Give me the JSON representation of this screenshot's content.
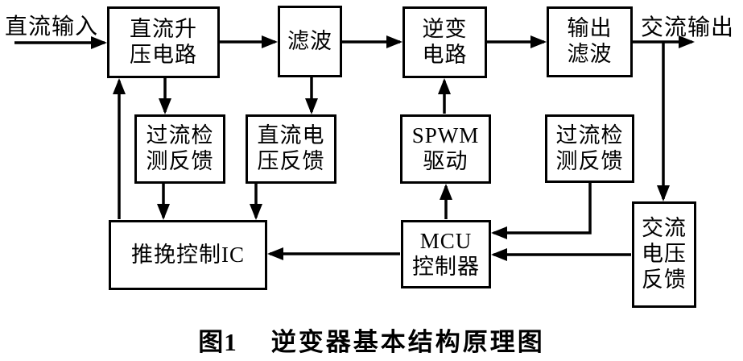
{
  "figure_caption": {
    "number": "图1",
    "text": "逆变器基本结构原理图"
  },
  "io_labels": {
    "dc_input": "直流输入",
    "ac_output": "交流输出"
  },
  "blocks": {
    "dc_boost": "直流升\n压电路",
    "filter": "滤波",
    "inverter": "逆变\n电路",
    "output_filter": "输出\n滤波",
    "overcurrent_feedback_left": "过流检\n测反馈",
    "dc_voltage_feedback": "直流电\n压反馈",
    "spwm_drive": "SPWM\n驱动",
    "overcurrent_feedback_right": "过流检\n测反馈",
    "pushpull_control_ic": "推挽控制IC",
    "mcu_controller": "MCU\n控制器",
    "ac_voltage_feedback": "交流\n电压\n反馈"
  },
  "connections": [
    {
      "from": "dc_input_label",
      "to": "dc_boost",
      "style": "arrow-right"
    },
    {
      "from": "dc_boost",
      "to": "filter",
      "style": "arrow-right"
    },
    {
      "from": "filter",
      "to": "inverter",
      "style": "arrow-right"
    },
    {
      "from": "inverter",
      "to": "output_filter",
      "style": "arrow-right"
    },
    {
      "from": "output_filter",
      "to": "ac_output_label",
      "style": "arrow-right"
    },
    {
      "from": "ac_output_line",
      "to": "ac_voltage_feedback",
      "style": "arrow-down"
    },
    {
      "from": "dc_boost",
      "to": "overcurrent_feedback_left",
      "style": "arrow-down"
    },
    {
      "from": "overcurrent_feedback_left",
      "to": "pushpull_control_ic",
      "style": "arrow-down"
    },
    {
      "from": "filter",
      "to": "dc_voltage_feedback",
      "style": "arrow-down"
    },
    {
      "from": "dc_voltage_feedback",
      "to": "pushpull_control_ic",
      "style": "arrow-down"
    },
    {
      "from": "pushpull_control_ic",
      "to": "dc_boost",
      "style": "arrow-up"
    },
    {
      "from": "spwm_drive",
      "to": "inverter",
      "style": "arrow-up"
    },
    {
      "from": "mcu_controller",
      "to": "spwm_drive",
      "style": "arrow-up"
    },
    {
      "from": "mcu_controller",
      "to": "pushpull_control_ic",
      "style": "arrow-left"
    },
    {
      "from": "overcurrent_feedback_right",
      "to": "mcu_controller",
      "style": "arrow-left"
    },
    {
      "from": "ac_voltage_feedback",
      "to": "mcu_controller",
      "style": "arrow-left"
    }
  ],
  "colors": {
    "line": "#000000",
    "background": "#ffffff"
  }
}
